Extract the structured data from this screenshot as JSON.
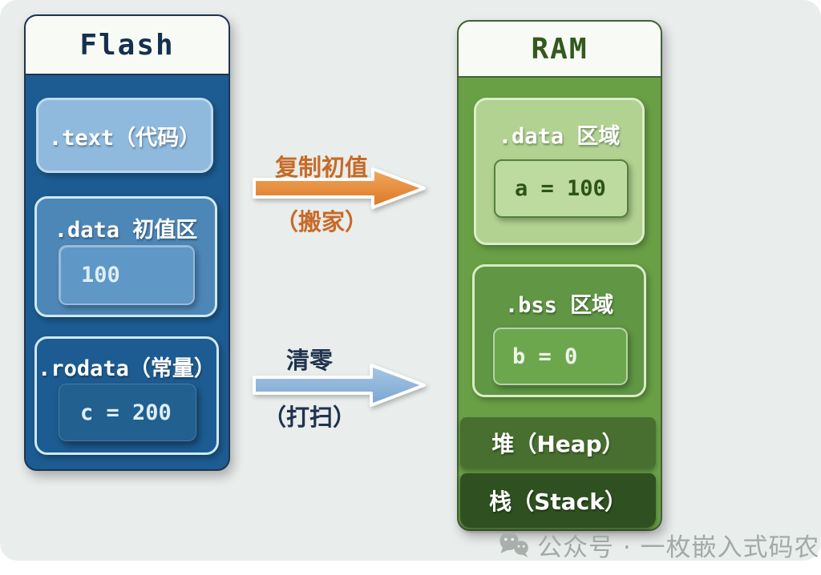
{
  "flash": {
    "title": "Flash",
    "text_section": {
      "label": ".text（代码）"
    },
    "data_section": {
      "label": ".data 初值区",
      "value": "100"
    },
    "rodata_section": {
      "label": ".rodata（常量）",
      "value": "c = 200"
    }
  },
  "ram": {
    "title": "RAM",
    "data_section": {
      "label": ".data 区域",
      "value": "a = 100"
    },
    "bss_section": {
      "label": ".bss 区域",
      "value": "b = 0"
    },
    "heap": {
      "label": "堆（Heap）"
    },
    "stack": {
      "label": "栈（Stack）"
    }
  },
  "arrows": {
    "copy_init": {
      "label": "复制初值",
      "sublabel": "（搬家）",
      "color": "#e0802e"
    },
    "zero": {
      "label": "清零",
      "sublabel": "（打扫）",
      "color": "#8cb4dc"
    }
  },
  "footer": {
    "text": "公众号 · 一枚嵌入式码农"
  },
  "colors": {
    "background": "#e9edeb",
    "flash_panel": "#1d5c92",
    "flash_light_box": "#8fbade",
    "flash_mid_box": "#4d87b7",
    "ram_panel": "#69a046",
    "ram_light_box": "#b1d290",
    "ram_mid_box": "#609644",
    "heap_bar": "#486f2f",
    "stack_bar": "#2f5020",
    "copy_arrow": "#e0802e",
    "zero_arrow": "#8cb4dc"
  }
}
